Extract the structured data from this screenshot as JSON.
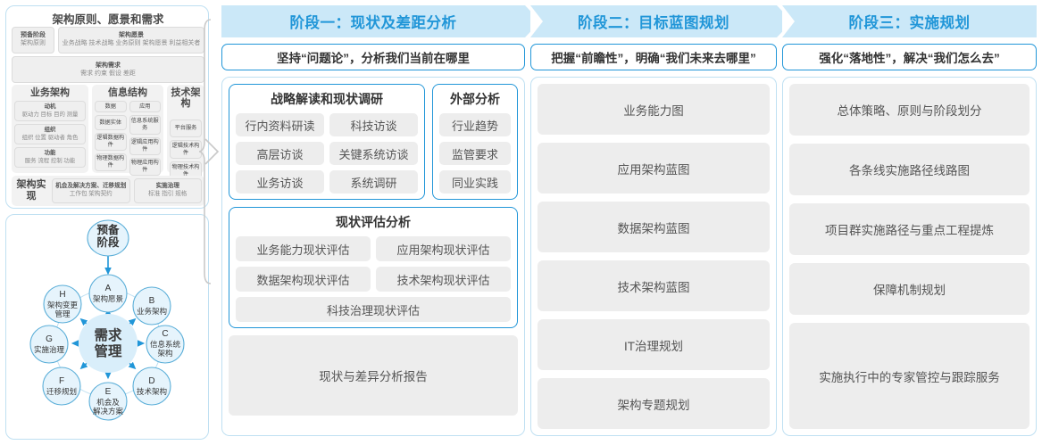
{
  "left_panel": {
    "togaf": {
      "title": "架构原则、愿景和需求",
      "prep": {
        "title": "预备阶段",
        "sub": "架构原则"
      },
      "vision": {
        "title": "架构愿景",
        "sub": "业务战略 技术战略 业务原则 架构愿景 利益相关者"
      },
      "requirements": {
        "title": "架构需求",
        "sub": "需求  约束  假设  差距"
      },
      "columns": [
        {
          "title": "业务架构",
          "cells": [
            {
              "t": "动机",
              "s": "驱动力 目标 目的 测量"
            },
            {
              "t": "组织",
              "s": "组织 位置 驱动者 角色"
            },
            {
              "t": "功能",
              "s": "服务 流程 控制 功能"
            }
          ]
        },
        {
          "title": "信息结构",
          "sub_columns": [
            {
              "head": "数据",
              "cells": [
                "数据实体",
                "逻辑数据构件",
                "物理数据构件"
              ]
            },
            {
              "head": "应用",
              "cells": [
                "信息系统服务",
                "逻辑应用构件",
                "物理应用构件"
              ]
            }
          ]
        },
        {
          "title": "技术架构",
          "cells_plain": [
            "平台服务",
            "逻辑技术构件",
            "物理技术构件"
          ]
        }
      ],
      "bottom": {
        "label": "架构实现",
        "opportunity": {
          "t": "机会及解决方案、迁移规划",
          "s": "工作包  架构契约"
        },
        "governance": {
          "t": "实施治理",
          "s": "标准  指引  规格"
        }
      }
    },
    "adm": {
      "center": "需求管理",
      "prelim": "预备阶段",
      "nodes": [
        {
          "key": "A",
          "label": "架构愿景"
        },
        {
          "key": "B",
          "label": "业务架构"
        },
        {
          "key": "C",
          "label": "信息系统架构"
        },
        {
          "key": "D",
          "label": "技术架构"
        },
        {
          "key": "E",
          "label": "机会及解决方案"
        },
        {
          "key": "F",
          "label": "迁移规划"
        },
        {
          "key": "G",
          "label": "实施治理"
        },
        {
          "key": "H",
          "label": "架构变更管理"
        }
      ]
    }
  },
  "phases": [
    {
      "head": "阶段一：现状及差距分析",
      "sub": "坚持“问题论”，分析我们当前在哪里",
      "survey": {
        "title": "战略解读和现状调研",
        "rows": [
          [
            "行内资料研读",
            "科技访谈"
          ],
          [
            "高层访谈",
            "关键系统访谈"
          ],
          [
            "业务访谈",
            "系统调研"
          ]
        ]
      },
      "external": {
        "title": "外部分析",
        "items": [
          "行业趋势",
          "监管要求",
          "同业实践"
        ]
      },
      "assess": {
        "title": "现状评估分析",
        "rows": [
          [
            "业务能力现状评估",
            "应用架构现状评估"
          ],
          [
            "数据架构现状评估",
            "技术架构现状评估"
          ],
          [
            "科技治理现状评估"
          ]
        ]
      },
      "report": "现状与差异分析报告"
    },
    {
      "head": "阶段二：目标蓝图规划",
      "sub": "把握“前瞻性”，明确“我们未来去哪里”",
      "items": [
        "业务能力图",
        "应用架构蓝图",
        "数据架构蓝图",
        "技术架构蓝图",
        "IT治理规划",
        "架构专题规划"
      ]
    },
    {
      "head": "阶段三：实施规划",
      "sub": "强化“落地性”，解决“我们怎么去”",
      "items": [
        "总体策略、原则与阶段划分",
        "各条线实施路径线路图",
        "项目群实施路径与重点工程提炼",
        "保障机制规划",
        "实施执行中的专家管控与跟踪服务"
      ]
    }
  ],
  "colors": {
    "phase_band": "#cbe8f8",
    "phase_text": "#2196d8",
    "panel_border": "#bfe0f2",
    "chip_bg": "#ededed",
    "adm_fill": "#d9eefa",
    "adm_stroke": "#5aaed8",
    "arrow": "#2196d8",
    "bracket": "#c9c9c9"
  }
}
